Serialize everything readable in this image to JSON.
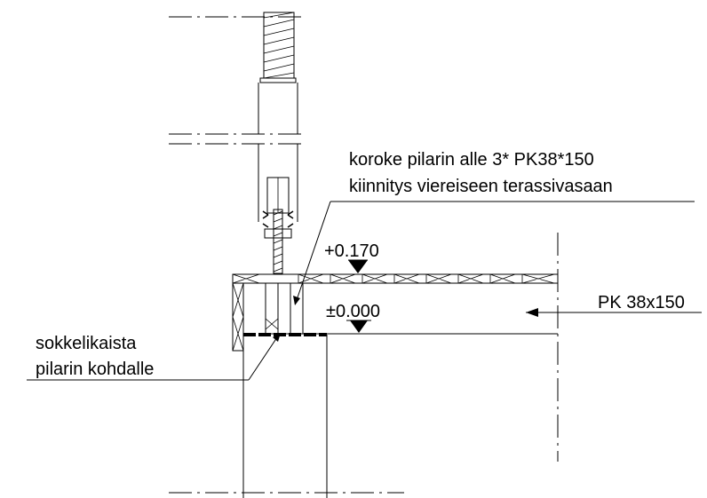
{
  "labels": {
    "spacer_line1": "koroke pilarin alle 3* PK38*150",
    "spacer_line2": "kiinnitys viereiseen terassivasaan",
    "level_top": "+0.170",
    "level_zero": "±0.000",
    "joist": "PK 38x150",
    "plinth_line1": "sokkelikaista",
    "plinth_line2": "pilarin kohdalle"
  }
}
